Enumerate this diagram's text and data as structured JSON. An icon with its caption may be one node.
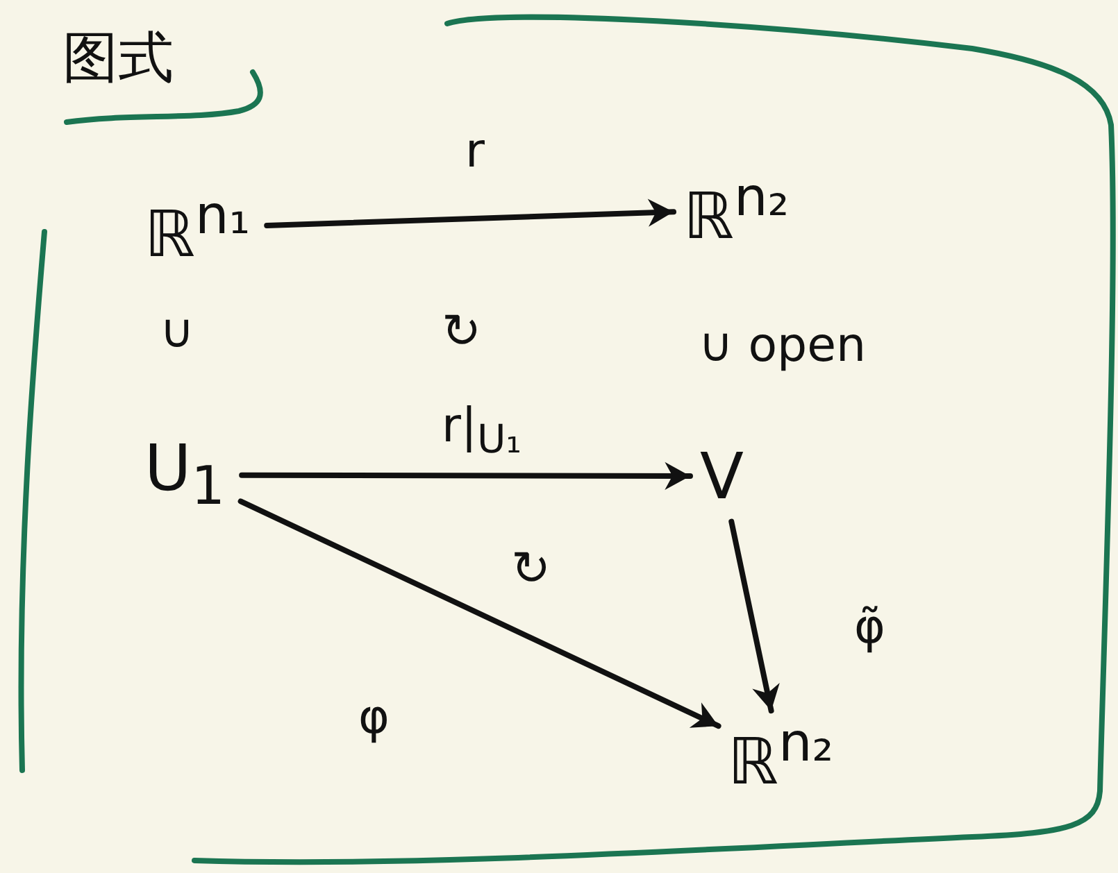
{
  "diagram": {
    "title": "图式",
    "nodes": [
      {
        "text": [
          "ℝ$^{n₁}$"
        ]
      },
      {
        "text": [
          "ℝ$^{n₂}$"
        ]
      },
      {
        "text": [
          "U$_{1}$"
        ]
      },
      {
        "text": [
          "V"
        ]
      },
      {
        "text": [
          "ℝ$^{n₂}$"
        ]
      }
    ],
    "edges": [
      {
        "from": 0,
        "to": 1,
        "arrow": "to",
        "label": "r"
      },
      {
        "from": 2,
        "to": 3,
        "arrow": "to",
        "label": "r|$_{U₁}$"
      },
      {
        "from": 2,
        "to": 4,
        "arrow": "to",
        "label": "φ"
      },
      {
        "from": 3,
        "to": 4,
        "arrow": "to",
        "label": "φ̃"
      }
    ],
    "labels": [
      "∪",
      "↻",
      "∪ open",
      "↻"
    ]
  }
}
